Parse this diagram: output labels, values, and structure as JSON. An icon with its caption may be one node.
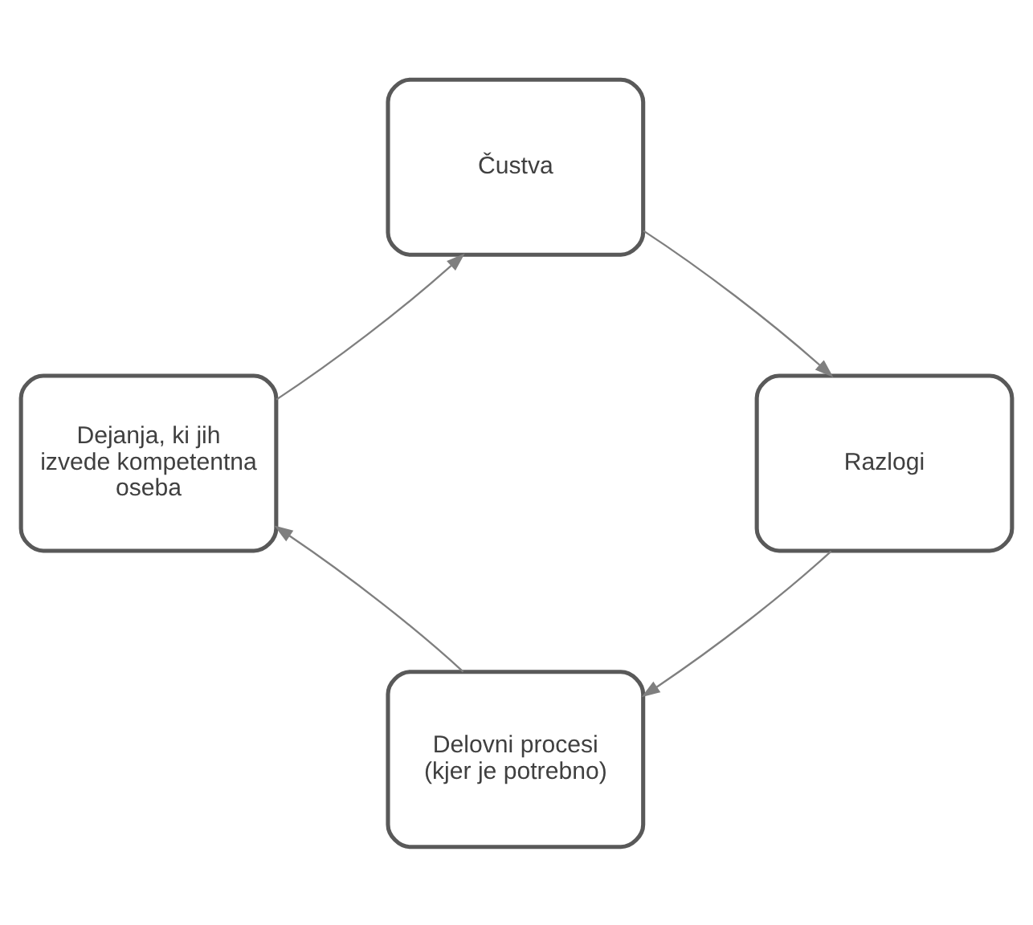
{
  "diagram": {
    "nodes": [
      {
        "text": [
          "Čustva"
        ]
      },
      {
        "text": [
          "Razlogi"
        ]
      },
      {
        "text": [
          "Delovni procesi (kjer je potrebno)"
        ]
      },
      {
        "text": [
          "Dejanja, ki jih izvede kompetentna oseba"
        ]
      }
    ],
    "edges": [
      {
        "from": 0,
        "to": 1,
        "arrow": "to"
      },
      {
        "from": 1,
        "to": 2,
        "arrow": "to"
      },
      {
        "from": 2,
        "to": 3,
        "arrow": "to"
      },
      {
        "from": 3,
        "to": 0,
        "arrow": "to"
      }
    ]
  }
}
